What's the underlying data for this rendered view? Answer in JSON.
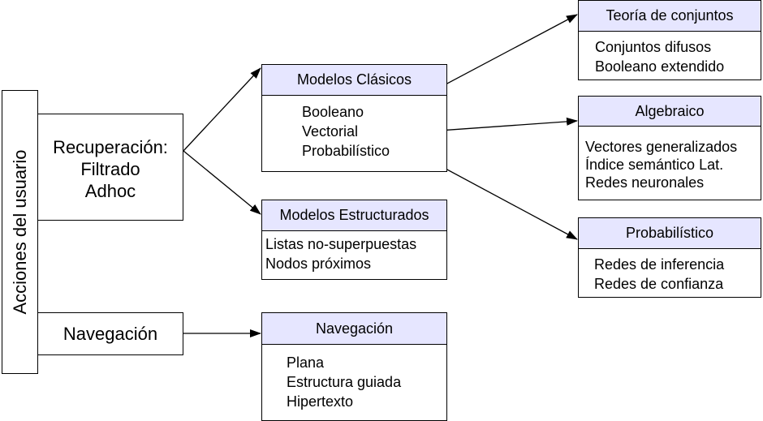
{
  "actions": {
    "vertical_label": "Acciones del usuario",
    "recuperacion": [
      "Recuperación:",
      "Filtrado",
      "Adhoc"
    ],
    "navegacion": "Navegación"
  },
  "modelos_clasicos": {
    "title": "Modelos Clásicos",
    "items": [
      "Booleano",
      "Vectorial",
      "Probabilístico"
    ]
  },
  "modelos_estructurados": {
    "title": "Modelos Estructurados",
    "items": [
      "Listas no-superpuestas",
      "Nodos próximos"
    ]
  },
  "navegacion_box": {
    "title": "Navegación",
    "items": [
      "Plana",
      "Estructura guiada",
      "Hipertexto"
    ]
  },
  "teoria_conjuntos": {
    "title": "Teoría de conjuntos",
    "items": [
      "Conjuntos difusos",
      "Booleano extendido"
    ]
  },
  "algebraico": {
    "title": "Algebraico",
    "items": [
      "Vectores generalizados",
      "Índice semántico Lat.",
      "Redes neuronales"
    ]
  },
  "probabilistico": {
    "title": "Probabilístico",
    "items": [
      "Redes de inferencia",
      "Redes de confianza"
    ]
  },
  "colors": {
    "header_fill": "#e6e6ff",
    "stroke": "#000000"
  }
}
